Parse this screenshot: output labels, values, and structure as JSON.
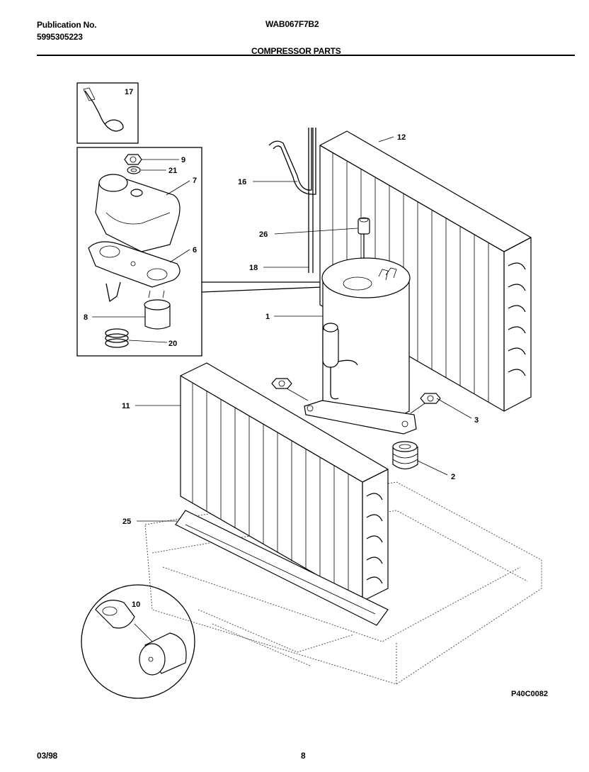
{
  "header": {
    "publication_label": "Publication No.",
    "publication_number": "5995305223",
    "model": "WAB067F7B2",
    "section_title": "COMPRESSOR PARTS"
  },
  "diagram": {
    "code": "P40C0082",
    "callouts": {
      "c1": "1",
      "c2": "2",
      "c3": "3",
      "c6": "6",
      "c7": "7",
      "c8": "8",
      "c9": "9",
      "c10": "10",
      "c11": "11",
      "c12": "12",
      "c16": "16",
      "c17": "17",
      "c18": "18",
      "c20": "20",
      "c21": "21",
      "c25": "25",
      "c26": "26"
    }
  },
  "footer": {
    "date": "03/98",
    "page": "8"
  }
}
